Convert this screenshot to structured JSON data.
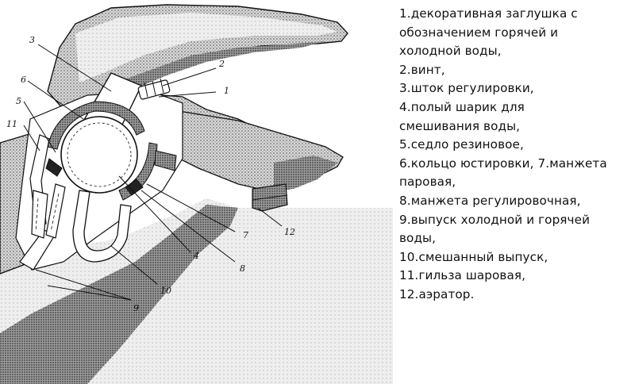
{
  "legend": {
    "lines": [
      "1.декоративная заглушка с",
      "обозначением горячей и",
      "холодной воды,",
      "2.винт,",
      "3.шток регулировки,",
      "4.полый шарик для",
      "смешивания воды,",
      "5.седло резиновое,",
      "6.кольцо юстировки, 7.манжета",
      "паровая,",
      "8.манжета регулировочная,",
      "9.выпуск холодной и горячей",
      "воды,",
      "10.смешанный выпуск,",
      "11.гильза шаровая,",
      "12.аэратор."
    ]
  },
  "callouts": [
    "1",
    "2",
    "3",
    "4",
    "5",
    "6",
    "7",
    "8",
    "9",
    "10",
    "11",
    "12"
  ],
  "colors": {
    "ink": "#111111",
    "shade": "#6e6e6e",
    "light_shade": "#c8c8c8"
  }
}
